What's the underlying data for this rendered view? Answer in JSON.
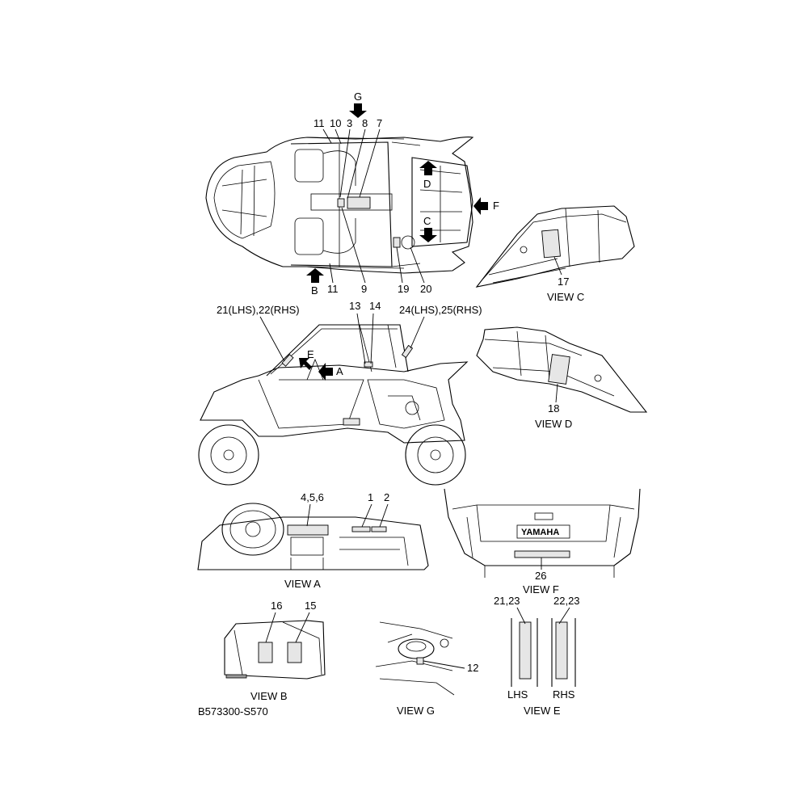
{
  "diagram": {
    "code": "B573300-S570",
    "arrows": {
      "g": "G",
      "b": "B",
      "d": "D",
      "c": "C",
      "f": "F",
      "e": "E",
      "a": "A"
    },
    "callouts": {
      "c11a": "11",
      "c10": "10",
      "c3": "3",
      "c8": "8",
      "c7": "7",
      "c11b": "11",
      "c9": "9",
      "c19": "19",
      "c20": "20",
      "c17": "17",
      "c18": "18",
      "c21_22": "21(LHS),22(RHS)",
      "c13": "13",
      "c14": "14",
      "c24_25": "24(LHS),25(RHS)",
      "c4_5_6": "4,5,6",
      "c1": "1",
      "c2": "2",
      "c26": "26",
      "c16": "16",
      "c15": "15",
      "c12": "12",
      "c21_23": "21,23",
      "c22_23": "22,23"
    },
    "views": {
      "c": "VIEW C",
      "d": "VIEW D",
      "a": "VIEW A",
      "f": "VIEW F",
      "b": "VIEW B",
      "g": "VIEW G",
      "e": "VIEW E"
    },
    "sides": {
      "lhs": "LHS",
      "rhs": "RHS"
    },
    "brand": "YAMAHA"
  }
}
